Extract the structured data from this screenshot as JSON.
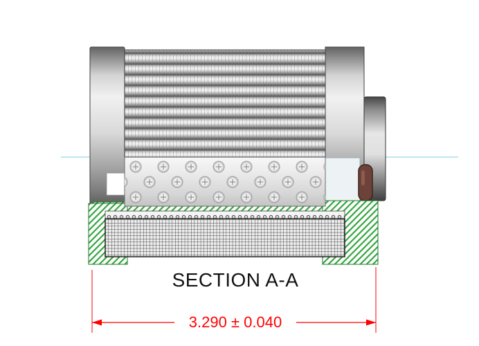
{
  "labels": {
    "section": "SECTION A-A",
    "dimension": "3.290 ± 0.040"
  },
  "dimension": {
    "nominal": "3.290",
    "tolerance": "0.040"
  },
  "colors": {
    "dimension_red": "#ff0000",
    "centerline_blue": "#96d6e6",
    "hatch_green": "#2fa339",
    "hatch_border_green": "#1d7a28",
    "oring_brown": "#6d4239",
    "metal_light": "#f1f1f1",
    "metal_dark": "#616161",
    "background": "#ffffff"
  },
  "drawing": {
    "type": "cad-section-view",
    "parts": [
      "left-end-cap",
      "pleated-filter-media",
      "perforated-core-tube",
      "mesh-filter-media",
      "gasket-hatch",
      "o-ring-seal",
      "right-end-cap",
      "outlet-fitting",
      "centerline",
      "overall-length-dimension"
    ]
  }
}
